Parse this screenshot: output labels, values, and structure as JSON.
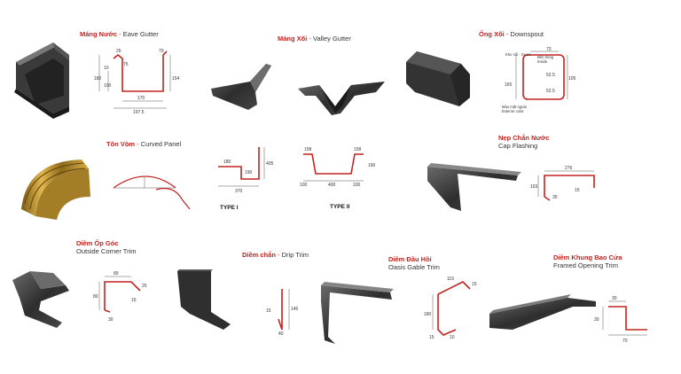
{
  "products": [
    {
      "vn": "Máng Nước",
      "en": "Eave Gutter"
    },
    {
      "vn": "Máng Xối",
      "en": "Valley Gutter"
    },
    {
      "vn": "Ống Xối",
      "en": "Downspout"
    },
    {
      "vn": "Tôn Vòm",
      "en": "Curved Panel"
    },
    {
      "vn": "Nẹp Chắn Nước",
      "en": "Cap Flashing"
    },
    {
      "vn": "Diềm Ốp Góc",
      "en": "Outside Corner Trim"
    },
    {
      "vn": "Diềm chắn",
      "en": "Drip Trim"
    },
    {
      "vn": "Diềm Đầu Hồi",
      "en": "Oasis Gable Trim"
    },
    {
      "vn": "Diềm Khung Bao Cửa",
      "en": "Framed Opening Trim"
    }
  ],
  "separator": " - ",
  "types": [
    "TYPE I",
    "TYPE II"
  ],
  "dims": {
    "eave": [
      "25",
      "75",
      "10",
      "180",
      "100",
      "170",
      "197.5",
      "79",
      "154"
    ],
    "downspout": [
      "73",
      "52.5",
      "165",
      "52.5",
      "105"
    ],
    "downspout_labels": [
      "Khe nối - Seam",
      "Bên trong",
      "Inside",
      "Màu mặt ngoài",
      "Exterior color"
    ],
    "type1": [
      "180",
      "190",
      "405",
      "370"
    ],
    "type2": [
      "158",
      "158",
      "190",
      "100",
      "400",
      "100"
    ],
    "cap": [
      "276",
      "103",
      "15",
      "35"
    ],
    "corner": [
      "89",
      "25",
      "80",
      "15",
      "30"
    ],
    "drip": [
      "145",
      "15",
      "40"
    ],
    "gable": [
      "115",
      "15",
      "180",
      "15",
      "10"
    ],
    "framed": [
      "30",
      "30",
      "70"
    ]
  },
  "colors": {
    "accent": "#c4231f",
    "profile": "#3b3b3b",
    "gold": "#b48a2c"
  }
}
